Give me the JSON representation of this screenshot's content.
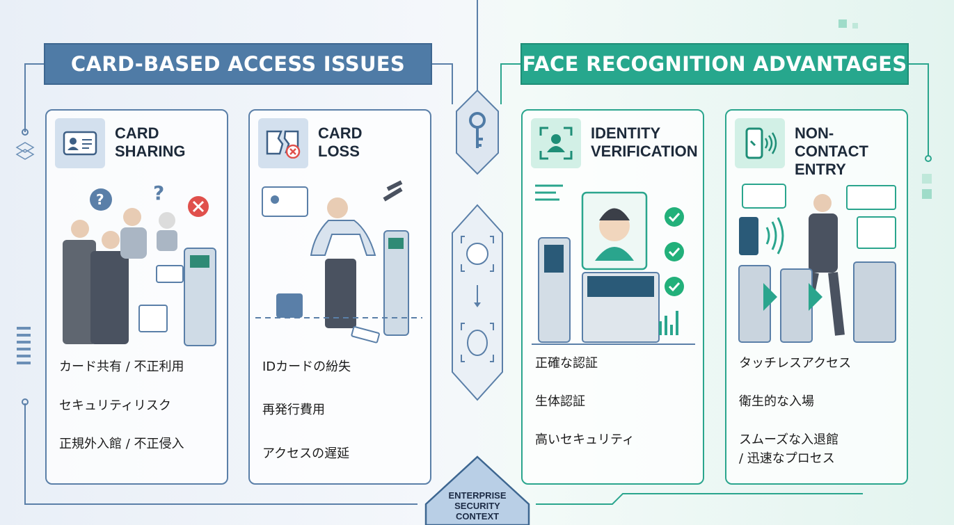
{
  "left_header": "CARD-BASED ACCESS ISSUES",
  "right_header": "FACE RECOGNITION ADVANTAGES",
  "cards": [
    {
      "title": [
        "CARD",
        "SHARING"
      ],
      "icon": "id-card-icon",
      "points": [
        "カード共有 / 不正利用",
        "セキュリティリスク",
        "正規外入館 / 不正侵入"
      ]
    },
    {
      "title": [
        "CARD",
        "LOSS"
      ],
      "icon": "broken-card-icon",
      "points": [
        "IDカードの紛失",
        "再発行費用",
        "アクセスの遅延"
      ]
    },
    {
      "title": [
        "IDENTITY",
        "VERIFICATION"
      ],
      "icon": "face-scan-icon",
      "points": [
        "正確な認証",
        "生体認証",
        "高いセキュリティ"
      ]
    },
    {
      "title": [
        "NON-CONTACT",
        "ENTRY"
      ],
      "icon": "phone-nfc-icon",
      "points": [
        "タッチレスアクセス",
        "衛生的な入場",
        "スムーズな入退館",
        "/ 迅速なプロセス"
      ]
    }
  ],
  "footer": [
    "ENTERPRISE",
    "SECURITY",
    "CONTEXT"
  ],
  "colors": {
    "blue": "#4f7ba6",
    "teal": "#27a78d"
  }
}
